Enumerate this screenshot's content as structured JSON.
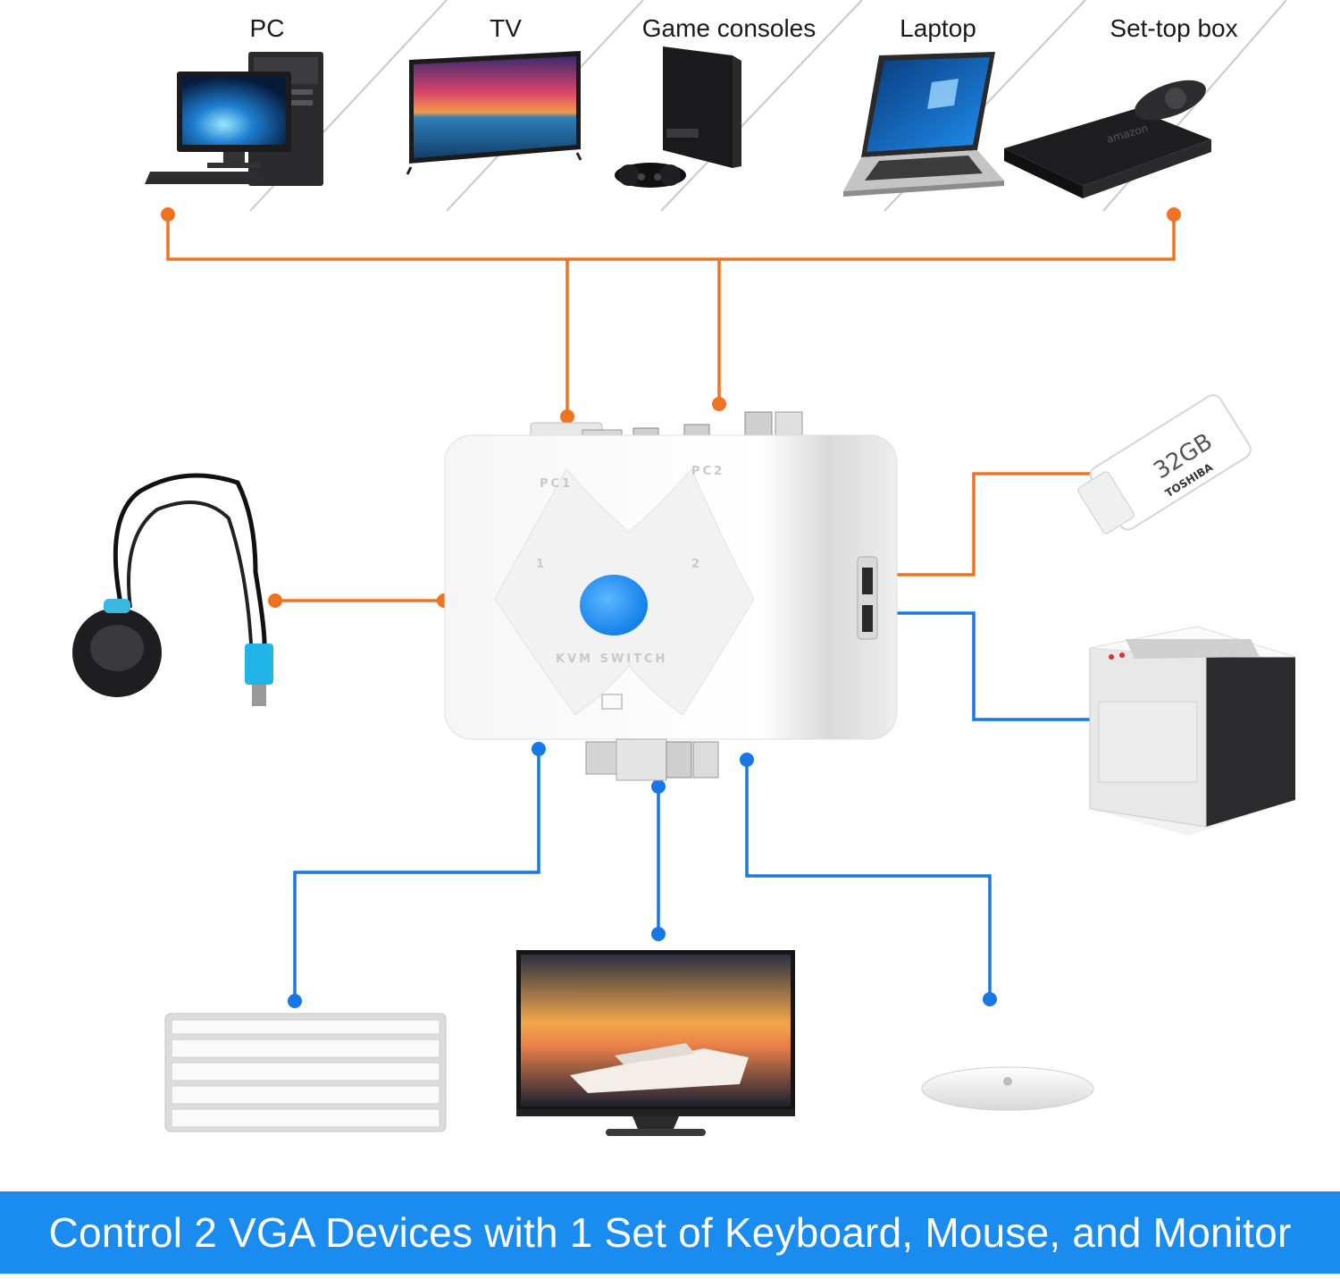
{
  "sources": [
    {
      "label": "PC",
      "icon": "desktop-pc-icon"
    },
    {
      "label": "TV",
      "icon": "tv-icon"
    },
    {
      "label": "Game consoles",
      "icon": "game-console-icon"
    },
    {
      "label": "Laptop",
      "icon": "laptop-icon"
    },
    {
      "label": "Set-top box",
      "icon": "set-top-box-icon"
    }
  ],
  "kvm": {
    "port1": "PC1",
    "port2": "PC2",
    "button1": "1",
    "button2": "2",
    "label": "KVM SWITCH"
  },
  "usb_drive": {
    "capacity": "32GB",
    "brand": "TOSHIBA"
  },
  "set_top_box_brand": "amazon",
  "peripherals": {
    "left": "remote-switch-icon",
    "right_top": "usb-drive-icon",
    "right_bottom": "printer-icon",
    "bottom": [
      "keyboard-icon",
      "monitor-icon",
      "mouse-icon"
    ]
  },
  "colors": {
    "input_wire": "#ef7321",
    "output_wire": "#1877e6",
    "banner": "#1a8cf0"
  },
  "banner": {
    "text": "Control 2 VGA Devices with 1 Set of Keyboard, Mouse, and Monitor"
  }
}
